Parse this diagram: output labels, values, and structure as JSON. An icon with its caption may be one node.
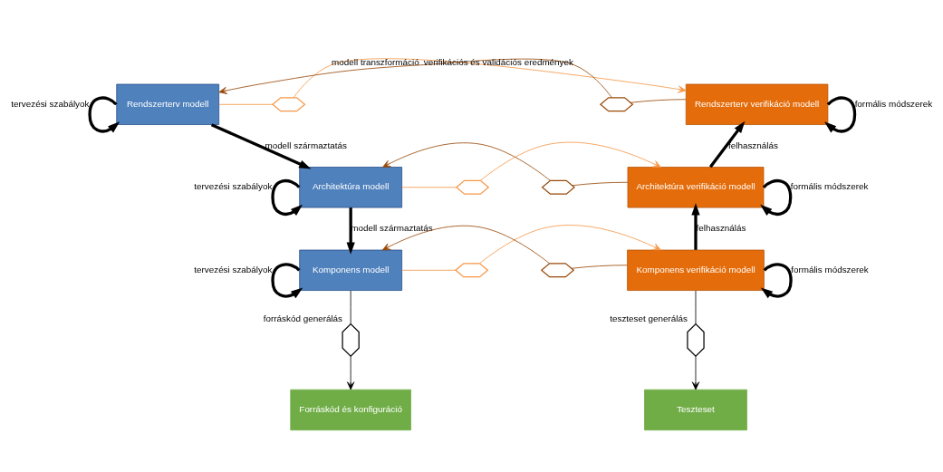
{
  "diagram": {
    "nodes": [
      {
        "text": [
          "Rendszerterv modell"
        ]
      },
      {
        "text": [
          "Rendszerterv verifikáció modell"
        ]
      },
      {
        "text": [
          "Architektúra modell"
        ]
      },
      {
        "text": [
          "Architektúra verifikáció modell"
        ]
      },
      {
        "text": [
          "Komponens modell"
        ]
      },
      {
        "text": [
          "Komponens verifikáció modell"
        ]
      },
      {
        "text": [
          "Forráskód és konfiguráció"
        ]
      },
      {
        "text": [
          "Teszteset"
        ]
      },
      {
        "text": [],
        "shape": "hexagon"
      },
      {
        "text": [],
        "shape": "hexagon"
      },
      {
        "text": [],
        "shape": "hexagon"
      },
      {
        "text": [],
        "shape": "hexagon"
      },
      {
        "text": [],
        "shape": "hexagon"
      },
      {
        "text": [],
        "shape": "hexagon"
      },
      {
        "text": [],
        "shape": "hexagon",
        "beside": [
          "forráskód generálás"
        ]
      },
      {
        "text": [],
        "shape": "hexagon",
        "beside": [
          "teszteset generálás"
        ]
      }
    ],
    "edges": [
      {
        "from": 0,
        "to": 8,
        "arrow": "none",
        "color": "#f79646"
      },
      {
        "from": 8,
        "to": 1,
        "arrow": "to",
        "color": "#f79646",
        "label": "modell transzformáció"
      },
      {
        "from": 1,
        "to": 9,
        "arrow": "none",
        "color": "#984807"
      },
      {
        "from": 9,
        "to": 0,
        "arrow": "to",
        "color": "#984807",
        "label": "verifikációs és validációs eredmények"
      },
      {
        "from": 2,
        "to": 10,
        "arrow": "none",
        "color": "#f79646"
      },
      {
        "from": 10,
        "to": 3,
        "arrow": "to",
        "color": "#f79646"
      },
      {
        "from": 3,
        "to": 11,
        "arrow": "none",
        "color": "#984807"
      },
      {
        "from": 11,
        "to": 2,
        "arrow": "to",
        "color": "#984807"
      },
      {
        "from": 4,
        "to": 12,
        "arrow": "none",
        "color": "#f79646"
      },
      {
        "from": 12,
        "to": 5,
        "arrow": "to",
        "color": "#f79646"
      },
      {
        "from": 5,
        "to": 13,
        "arrow": "none",
        "color": "#984807"
      },
      {
        "from": 13,
        "to": 4,
        "arrow": "to",
        "color": "#984807"
      },
      {
        "from": 4,
        "to": 14,
        "arrow": "none"
      },
      {
        "from": 14,
        "to": 6,
        "arrow": "to"
      },
      {
        "from": 5,
        "to": 15,
        "arrow": "none"
      },
      {
        "from": 15,
        "to": 7,
        "arrow": "to"
      },
      {
        "from": 0,
        "to": 2,
        "arrow": "to",
        "style": "thick",
        "label": "modell származtatás"
      },
      {
        "from": 2,
        "to": 4,
        "arrow": "to",
        "style": "thick",
        "label": "modell származtatás"
      },
      {
        "from": 5,
        "to": 3,
        "arrow": "to",
        "style": "thick",
        "label": "felhasználás"
      },
      {
        "from": 3,
        "to": 1,
        "arrow": "to",
        "style": "thick",
        "label": "felhasználás"
      },
      {
        "from": 0,
        "to": 0,
        "arrow": "to",
        "style": "thick",
        "label": "tervezési szabályok"
      },
      {
        "from": 2,
        "to": 2,
        "arrow": "to",
        "style": "thick",
        "label": "tervezési szabályok"
      },
      {
        "from": 4,
        "to": 4,
        "arrow": "to",
        "style": "thick",
        "label": "tervezési szabályok"
      },
      {
        "from": 1,
        "to": 1,
        "arrow": "to",
        "style": "thick",
        "label": "formális módszerek"
      },
      {
        "from": 3,
        "to": 3,
        "arrow": "to",
        "style": "thick",
        "label": "formális módszerek"
      },
      {
        "from": 5,
        "to": 5,
        "arrow": "to",
        "style": "thick",
        "label": "formális módszerek"
      }
    ]
  }
}
